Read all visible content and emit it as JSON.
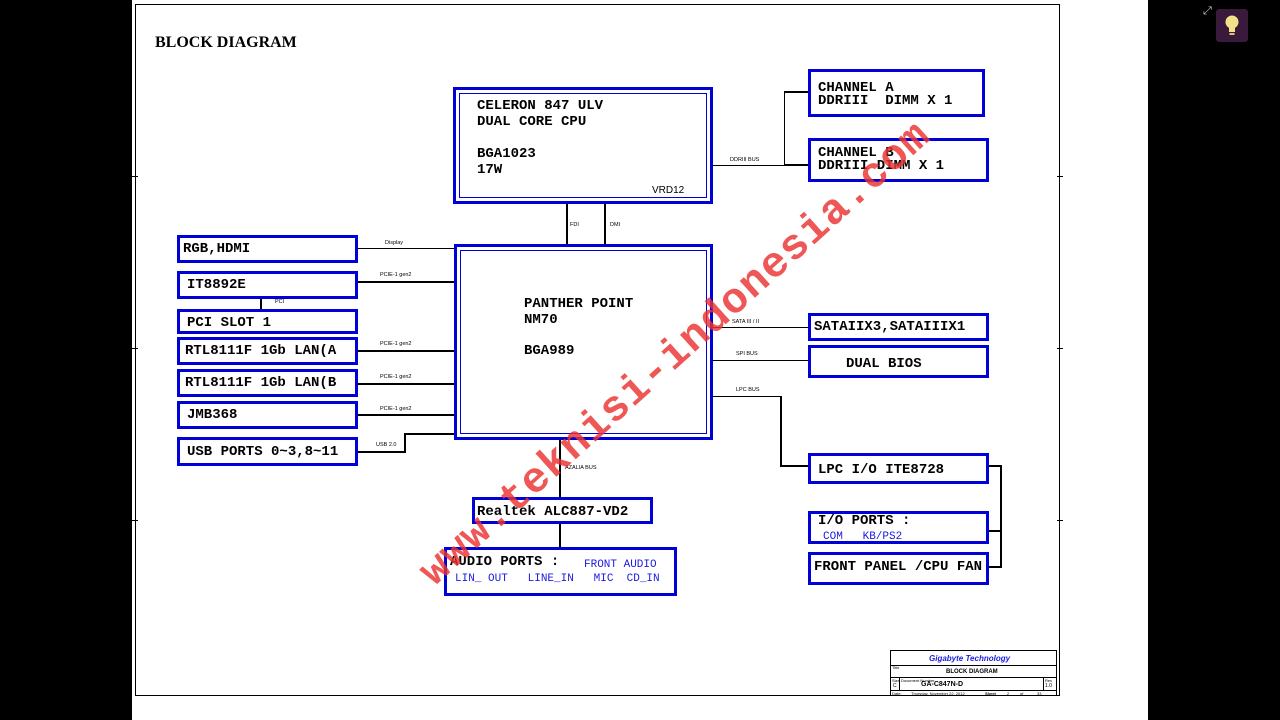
{
  "page": {
    "title": "BLOCK DIAGRAM",
    "watermark": "www.teknisi-indonesia.com"
  },
  "blocks": {
    "cpu": {
      "line1": "CELERON 847 ULV",
      "line2": "DUAL CORE CPU",
      "line3": "BGA1023",
      "line4": "17W",
      "tag": "VRD12"
    },
    "pch": {
      "line1": "PANTHER POINT",
      "line2": "NM70",
      "line3": "BGA989"
    },
    "channel_a": {
      "line1": "CHANNEL A",
      "line2": "DDRIII  DIMM X 1"
    },
    "channel_b": {
      "line1": "CHANNEL B",
      "line2": "DDRIII DIMM X 1"
    },
    "rgb_hdmi": "RGB,HDMI",
    "it8892e": "IT8892E",
    "pci_slot": "PCI SLOT 1",
    "rtl_a": "RTL8111F 1Gb LAN(A",
    "rtl_b": "RTL8111F 1Gb LAN(B",
    "jmb368": "JMB368",
    "usb_ports": "USB PORTS 0~3,8~11",
    "sata": "SATAIIX3,SATAIIIX1",
    "dual_bios": "DUAL BIOS",
    "lpc_io": "LPC I/O ITE8728",
    "io_ports": {
      "title": "I/O PORTS :",
      "sub": "COM   KB/PS2"
    },
    "front_panel": "FRONT PANEL /CPU FAN",
    "realtek": "Realtek ALC887-VD2",
    "audio": {
      "title": "AUDIO PORTS :",
      "front": "FRONT AUDIO",
      "sub": "LIN_ OUT   LINE_IN   MIC  CD_IN"
    }
  },
  "bus_labels": {
    "ddriii": "DDRIII BUS",
    "fdi": "FDI",
    "dmi": "DMI",
    "display": "Display",
    "pcie_it": "PCIE-1 gen2",
    "pci": "PCI",
    "pcie_a": "PCIE-1 gen2",
    "pcie_b": "PCIE-1 gen2",
    "pcie_jmb": "PCIE-1 gen2",
    "usb": "USB 2.0",
    "sata": "SATA III / II",
    "spi": "SPI BUS",
    "lpc": "LPC BUS",
    "azalia": "AZALIA BUS"
  },
  "title_block": {
    "company": "Gigabyte Technology",
    "title_label": "Title",
    "title": "BLOCK DIAGRAM",
    "doc_label": "Document Number",
    "doc": "GA-C847N-D",
    "size_label": "Size",
    "size": "C",
    "rev_label": "Rev",
    "rev": "1.0",
    "date_label": "Date:",
    "date": "Thursday, November 22, 2012",
    "sheet_label": "Sheet",
    "sheet": "2",
    "of_label": "of",
    "of": "33"
  },
  "toolbar": {
    "fullscreen_icon": "fullscreen-icon",
    "lamp_icon": "lightbulb-icon"
  }
}
